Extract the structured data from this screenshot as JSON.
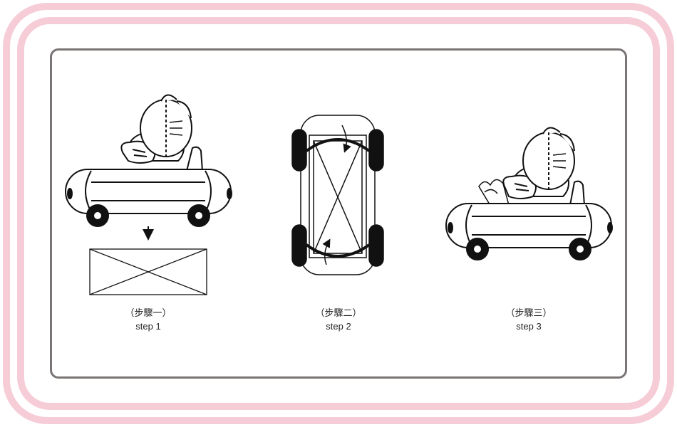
{
  "steps": [
    {
      "title": "（步驟一）",
      "subtitle": "step 1"
    },
    {
      "title": "（步驟二）",
      "subtitle": "step 2"
    },
    {
      "title": "（步驟三）",
      "subtitle": "step 3"
    }
  ],
  "colors": {
    "frame_pink": "#f6cdd6",
    "panel_border": "#7b7474",
    "line": "#111111"
  }
}
